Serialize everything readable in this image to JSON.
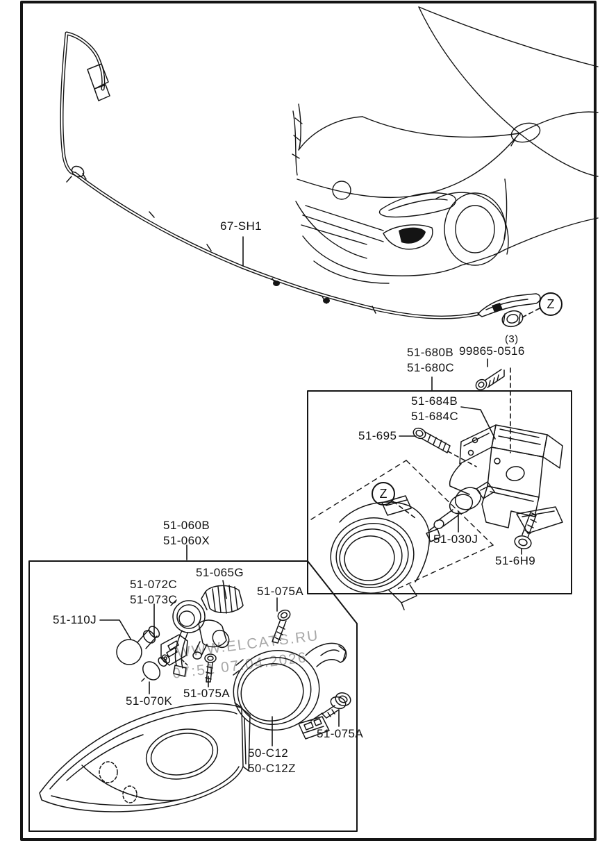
{
  "detail_marker": "Z",
  "watermark": {
    "line1": "WWW.ELCATS.RU",
    "line2": "07:51 07.04.2026"
  },
  "parts": {
    "washer_hose": "67-SH1",
    "fog_lamp_b": "51-680B",
    "fog_lamp_c": "51-680C",
    "screw_qty": "(3)",
    "tapping_screw": "99865-0516",
    "bracket_b": "51-684B",
    "bracket_c": "51-684C",
    "screw_695": "51-695",
    "fog_bulb": "51-030J",
    "screw_6h9": "51-6H9",
    "headlamp_b": "51-060B",
    "headlamp_x": "51-060X",
    "lamp_unit": "51-065G",
    "socket_b": "51-072C",
    "socket_c": "51-073C",
    "screw_075a": "51-075A",
    "signal_bulb": "51-110J",
    "parking_bulb": "51-070K",
    "bezel": "50-C12",
    "bezel_z": "50-C12Z"
  }
}
